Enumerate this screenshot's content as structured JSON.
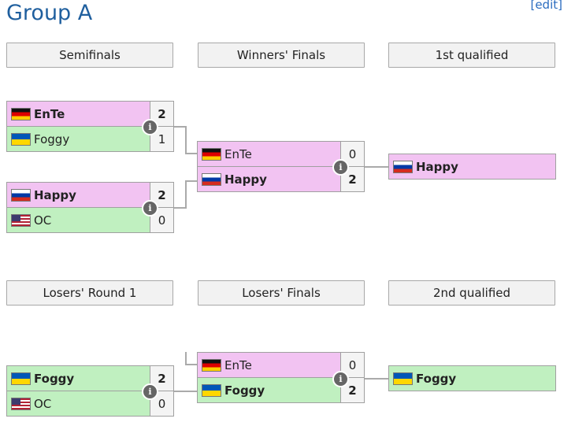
{
  "title": "Group A",
  "edit_label": "edit",
  "headers": {
    "semifinals": "Semifinals",
    "winners_finals": "Winners' Finals",
    "first_qualified": "1st qualified",
    "losers_round1": "Losers' Round 1",
    "losers_finals": "Losers' Finals",
    "second_qualified": "2nd qualified"
  },
  "info_glyph": "i",
  "matches": {
    "semi1": {
      "p1": {
        "name": "EnTe",
        "flag": "germany",
        "score": "2"
      },
      "p2": {
        "name": "Foggy",
        "flag": "ukraine",
        "score": "1"
      }
    },
    "semi2": {
      "p1": {
        "name": "Happy",
        "flag": "russia",
        "score": "2"
      },
      "p2": {
        "name": "OC",
        "flag": "usa",
        "score": "0"
      }
    },
    "winners_final": {
      "p1": {
        "name": "EnTe",
        "flag": "germany",
        "score": "0"
      },
      "p2": {
        "name": "Happy",
        "flag": "russia",
        "score": "2"
      }
    },
    "losers_r1": {
      "p1": {
        "name": "Foggy",
        "flag": "ukraine",
        "score": "2"
      },
      "p2": {
        "name": "OC",
        "flag": "usa",
        "score": "0"
      }
    },
    "losers_final": {
      "p1": {
        "name": "EnTe",
        "flag": "germany",
        "score": "0"
      },
      "p2": {
        "name": "Foggy",
        "flag": "ukraine",
        "score": "2"
      }
    }
  },
  "qualified": {
    "first": {
      "name": "Happy",
      "flag": "russia"
    },
    "second": {
      "name": "Foggy",
      "flag": "ukraine"
    }
  },
  "colors": {
    "winner_bg": "#f2c3f2",
    "loser_bg": "#c0f0c0",
    "title": "#1f5f9e",
    "link": "#2a6cbf"
  }
}
